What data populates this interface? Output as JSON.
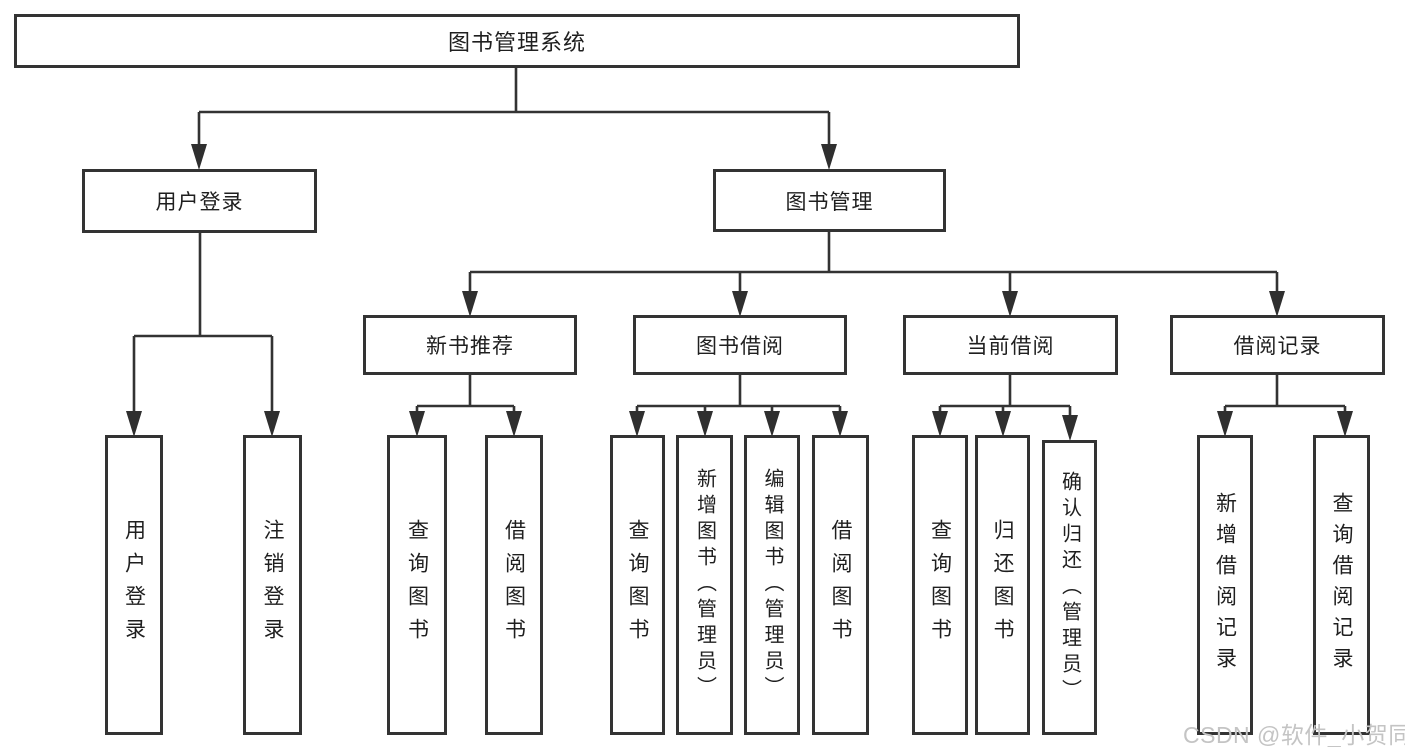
{
  "nodes": {
    "root": "图书管理系统",
    "level2": [
      {
        "label": "用户登录"
      },
      {
        "label": "图书管理"
      }
    ],
    "level3": [
      {
        "label": "新书推荐"
      },
      {
        "label": "图书借阅"
      },
      {
        "label": "当前借阅"
      },
      {
        "label": "借阅记录"
      }
    ],
    "leaves": [
      {
        "label": "用户登录"
      },
      {
        "label": "注销登录"
      },
      {
        "label": "查询图书"
      },
      {
        "label": "借阅图书"
      },
      {
        "label": "查询图书"
      },
      {
        "label": "新增图书（管理员）"
      },
      {
        "label": "编辑图书（管理员）"
      },
      {
        "label": "借阅图书"
      },
      {
        "label": "查询图书"
      },
      {
        "label": "归还图书"
      },
      {
        "label": "确认归还（管理员）"
      },
      {
        "label": "新增借阅记录"
      },
      {
        "label": "查询借阅记录"
      }
    ]
  },
  "watermark": "CSDN @软件_小贺同学",
  "colors": {
    "line": "#333333",
    "text": "#1f1f1f",
    "watermark": "#c4c4c4",
    "background": "#ffffff"
  }
}
